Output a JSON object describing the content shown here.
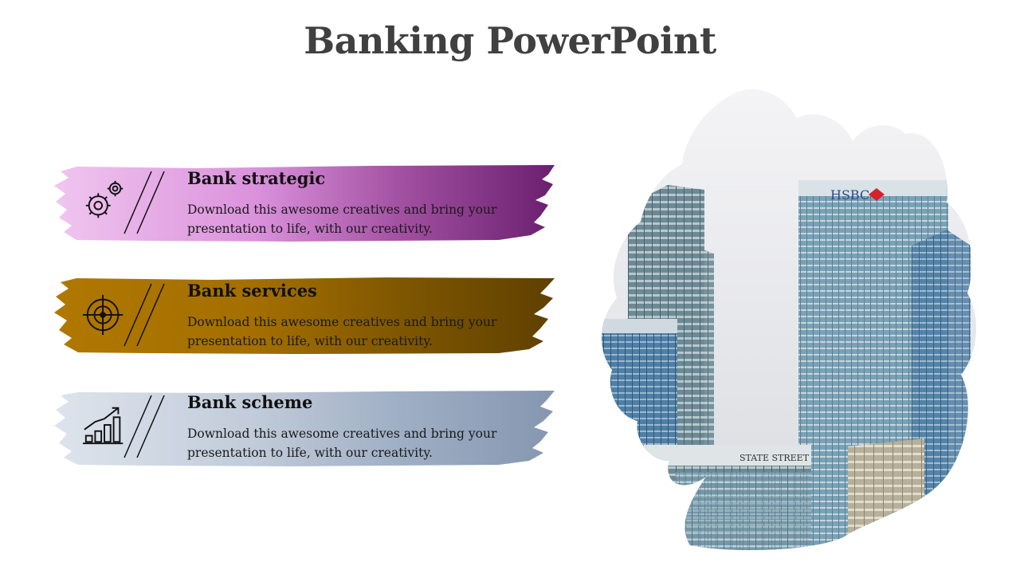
{
  "slide": {
    "title": "Banking PowerPoint"
  },
  "banners": [
    {
      "heading": "Bank strategic",
      "body": "Download this awesome creatives and bring your presentation to life, with our creativity.",
      "icon": "gears-icon",
      "colors": [
        "#f0c6ef",
        "#db92dc",
        "#a14fa0",
        "#6a1f6e"
      ]
    },
    {
      "heading": "Bank services",
      "body": "Download this awesome creatives and bring your presentation to life, with our creativity.",
      "icon": "target-icon",
      "colors": [
        "#b07800",
        "#a46f00",
        "#7e5600",
        "#5f4000"
      ]
    },
    {
      "heading": "Bank scheme",
      "body": "Download this awesome creatives and bring your presentation to life, with our creativity.",
      "icon": "growth-chart-icon",
      "colors": [
        "#dde4ed",
        "#c1cbd9",
        "#9eaec4",
        "#8596b0"
      ]
    }
  ],
  "photo": {
    "signs": {
      "left_building": "HSBC",
      "lower_building": "STATE STREET"
    }
  }
}
